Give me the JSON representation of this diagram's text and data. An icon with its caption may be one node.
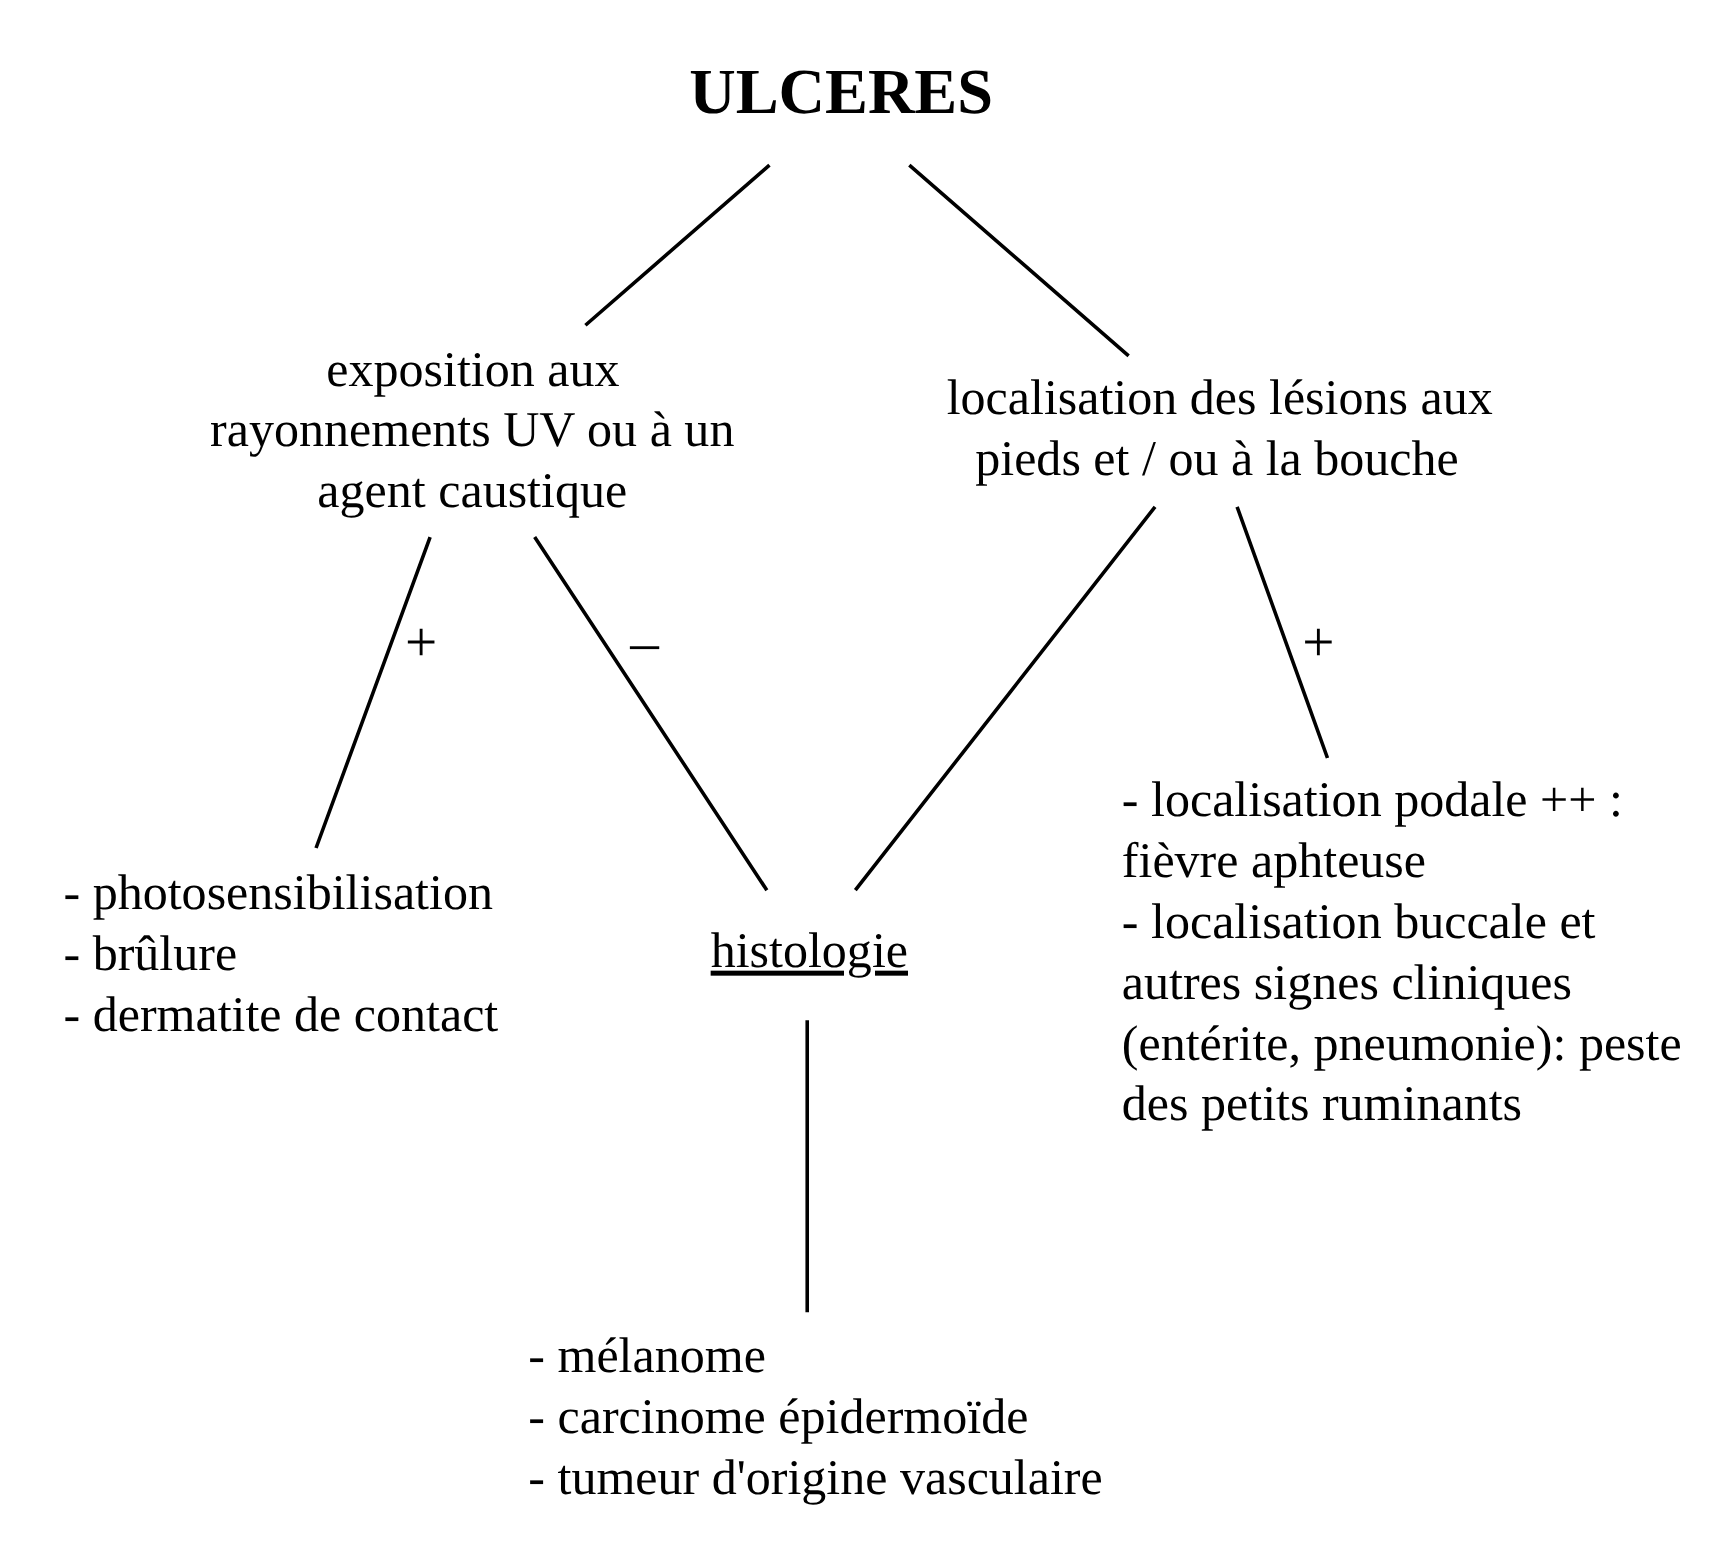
{
  "diagram": {
    "nodes": [
      {
        "text": [
          "ULCERES"
        ]
      },
      {
        "text": [
          "exposition aux rayonnements UV ou à un agent caustique"
        ]
      },
      {
        "text": [
          "localisation des lésions aux pieds et / ou à la bouche"
        ]
      },
      {
        "text": [
          "- photosensibilisation",
          "- brûlure",
          "- dermatite de contact"
        ]
      },
      {
        "text": [
          "- localisation podale ++ : fièvre aphteuse",
          "- localisation buccale et autres signes cliniques (entérite, pneumonie): peste des petits ruminants"
        ]
      },
      {
        "text": [
          "histologie"
        ]
      },
      {
        "text": [
          "- mélanome",
          "- carcinome épidermoïde",
          "- tumeur d'origine vasculaire"
        ]
      }
    ],
    "edges": [
      {
        "from": 0,
        "to": 1,
        "arrow": "none"
      },
      {
        "from": 0,
        "to": 2,
        "arrow": "none"
      },
      {
        "from": 1,
        "to": 3,
        "label": "+",
        "arrow": "none"
      },
      {
        "from": 2,
        "to": 4,
        "label": "+",
        "arrow": "none"
      },
      {
        "from": 1,
        "to": 5,
        "label": "–",
        "arrow": "none"
      },
      {
        "from": 2,
        "to": 5,
        "arrow": "none"
      },
      {
        "from": 5,
        "to": 6,
        "arrow": "none"
      }
    ]
  }
}
